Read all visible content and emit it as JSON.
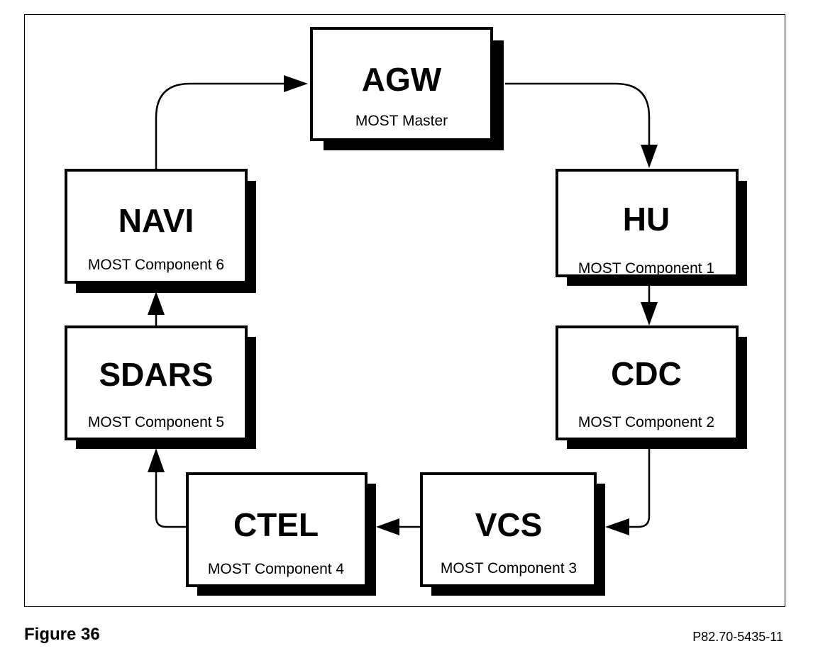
{
  "nodes": [
    {
      "id": "agw",
      "title": "AGW",
      "subtitle": "MOST Master"
    },
    {
      "id": "hu",
      "title": "HU",
      "subtitle": "MOST Component 1"
    },
    {
      "id": "cdc",
      "title": "CDC",
      "subtitle": "MOST Component 2"
    },
    {
      "id": "vcs",
      "title": "VCS",
      "subtitle": "MOST Component 3"
    },
    {
      "id": "ctel",
      "title": "CTEL",
      "subtitle": "MOST Component 4"
    },
    {
      "id": "sdars",
      "title": "SDARS",
      "subtitle": "MOST Component 5"
    },
    {
      "id": "navi",
      "title": "NAVI",
      "subtitle": "MOST Component 6"
    }
  ],
  "edges": [
    {
      "from": "AGW",
      "to": "HU"
    },
    {
      "from": "HU",
      "to": "CDC"
    },
    {
      "from": "CDC",
      "to": "VCS"
    },
    {
      "from": "VCS",
      "to": "CTEL"
    },
    {
      "from": "CTEL",
      "to": "SDARS"
    },
    {
      "from": "SDARS",
      "to": "NAVI"
    },
    {
      "from": "NAVI",
      "to": "AGW"
    }
  ],
  "caption": {
    "figure": "Figure 36",
    "code": "P82.70-5435-11"
  }
}
